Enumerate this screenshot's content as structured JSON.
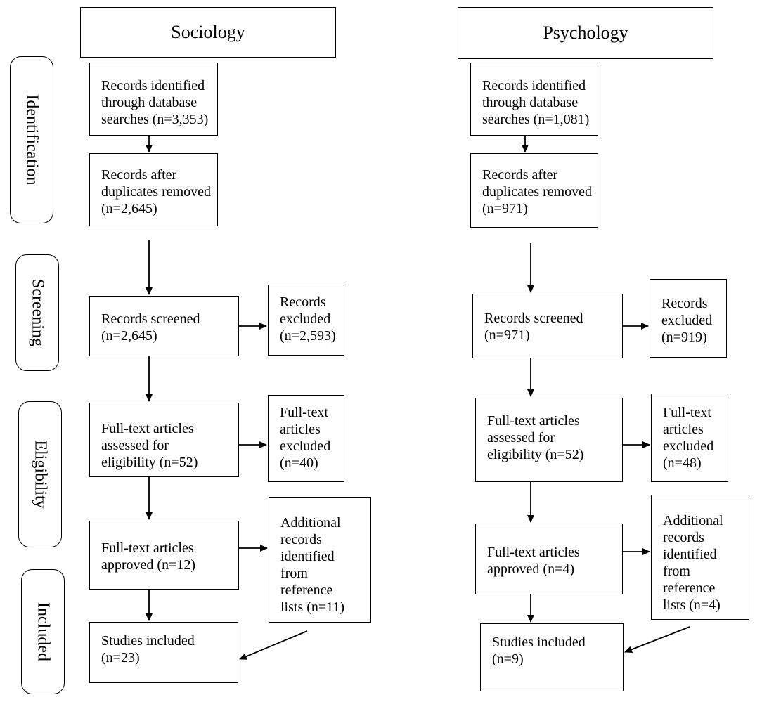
{
  "stages": {
    "identification": "Identification",
    "screening": "Screening",
    "eligibility": "Eligibility",
    "included": "Included"
  },
  "sociology": {
    "title": "Sociology",
    "identified": "Records identified\nthrough database\nsearches  (n=3,353)",
    "deduplicated": "Records after\nduplicates  removed\n(n=2,645)",
    "screened": "Records screened\n(n=2,645)",
    "excluded": "Records\nexcluded\n(n=2,593)",
    "fulltext_assessed": "Full-text articles\nassessed for\neligibility  (n=52)",
    "fulltext_excluded": "Full-text\narticles\nexcluded\n(n=40)",
    "approved": "Full-text articles\napproved (n=12)",
    "additional": "Additional\nrecords\nidentified\nfrom\nreference\nlists  (n=11)",
    "included": "Studies included\n(n=23)"
  },
  "psychology": {
    "title": "Psychology",
    "identified": "Records identified\nthrough database\nsearches  (n=1,081)",
    "deduplicated": "Records after\nduplicates  removed\n(n=971)",
    "screened": "Records screened\n(n=971)",
    "excluded": "Records\nexcluded\n(n=919)",
    "fulltext_assessed": "Full-text articles\nassessed for\neligibility  (n=52)",
    "fulltext_excluded": "Full-text\narticles\nexcluded\n(n=48)",
    "approved": "Full-text articles\napproved (n=4)",
    "additional": "Additional\nrecords\nidentified\nfrom\nreference\nlists  (n=4)",
    "included": "Studies included\n(n=9)"
  }
}
